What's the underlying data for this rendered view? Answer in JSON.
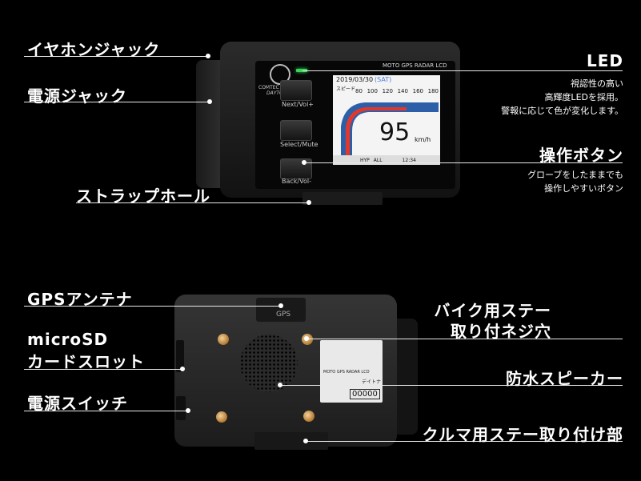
{
  "labels": {
    "earphone_jack": "イヤホンジャック",
    "power_jack": "電源ジャック",
    "strap_hole": "ストラップホール",
    "led": "LED",
    "led_desc": [
      "視認性の高い",
      "高輝度LEDを採用。",
      "警報に応じて色が変化します。"
    ],
    "operation_buttons": "操作ボタン",
    "operation_desc": [
      "グローブをしたままでも",
      "操作しやすいボタン"
    ],
    "gps_antenna": "GPSアンテナ",
    "microsd_1": "microSD",
    "microsd_2": "カードスロット",
    "power_switch": "電源スイッチ",
    "bike_stay_1": "バイク用ステー",
    "bike_stay_2": "取り付ネジ穴",
    "speaker": "防水スピーカー",
    "car_stay": "クルマ用ステー取り付け部"
  },
  "device_front": {
    "brand_top": "COMTEC",
    "brand_bottom": "DAYTONA",
    "model": "MOTO GPS RADAR LCD",
    "date": "2019/03/30",
    "day": "(SAT)",
    "speed_label": "スピード",
    "speed_ticks": [
      "80",
      "100",
      "120",
      "140",
      "160",
      "180"
    ],
    "speed_value": "95",
    "speed_unit": "km/h",
    "status_items": [
      "HYP",
      "ALL"
    ],
    "clock": "12:34",
    "btn1": "Next/Vol+",
    "btn2": "Select/Mute",
    "btn3": "Back/Vol-"
  },
  "device_back": {
    "antenna_text": "GPS",
    "label_model": "MOTO GPS RADAR LCD",
    "serial": "00000",
    "maker": "デイトナ"
  }
}
